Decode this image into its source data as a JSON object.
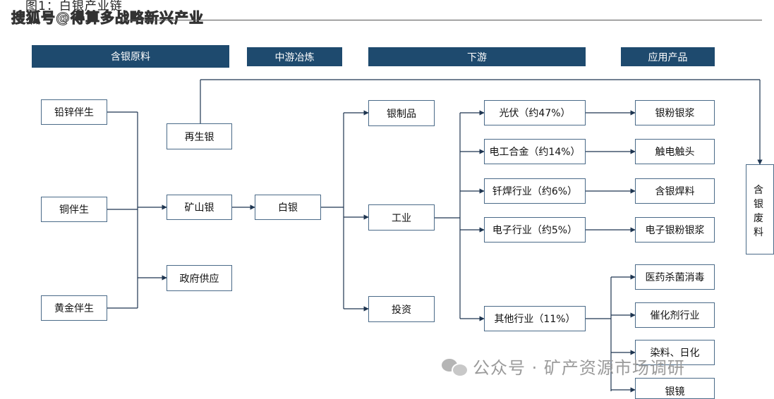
{
  "page": {
    "title": "图1：白银产业链",
    "source_overlay": "搜狐号@得算多战略新兴产业"
  },
  "headers": {
    "raw": "含银原料",
    "mid": "中游冶炼",
    "down": "下游",
    "app": "应用产品"
  },
  "sources": {
    "lead_zinc": "铅锌伴生",
    "copper": "铜伴生",
    "gold": "黄金伴生",
    "recycled": "再生银",
    "mine": "矿山银",
    "government": "政府供应"
  },
  "smelting": {
    "silver": "白银"
  },
  "downstream": {
    "products": "银制品",
    "industry": "工业",
    "investment": "投资"
  },
  "industry_branches": {
    "pv": "光伏（约47%）",
    "electrical": "电工合金（约14%）",
    "solder": "钎焊行业（约6%）",
    "electronics": "电子行业（约5%）",
    "other": "其他行业（11%）"
  },
  "applications": {
    "paste": "银粉银浆",
    "contacts": "触电触头",
    "solder": "含银焊料",
    "elec_paste": "电子银粉银浆",
    "pharma": "医药杀菌消毒",
    "catalyst": "催化剂行业",
    "dye": "染料、日化",
    "mirror": "银镜"
  },
  "waste": {
    "text": "含银废料"
  },
  "watermark": {
    "text": "公众号 · 矿产资源市场调研"
  },
  "colors": {
    "header_bg": "#1e4a6e",
    "box_border": "#4a6a88",
    "line": "#1e3550"
  }
}
